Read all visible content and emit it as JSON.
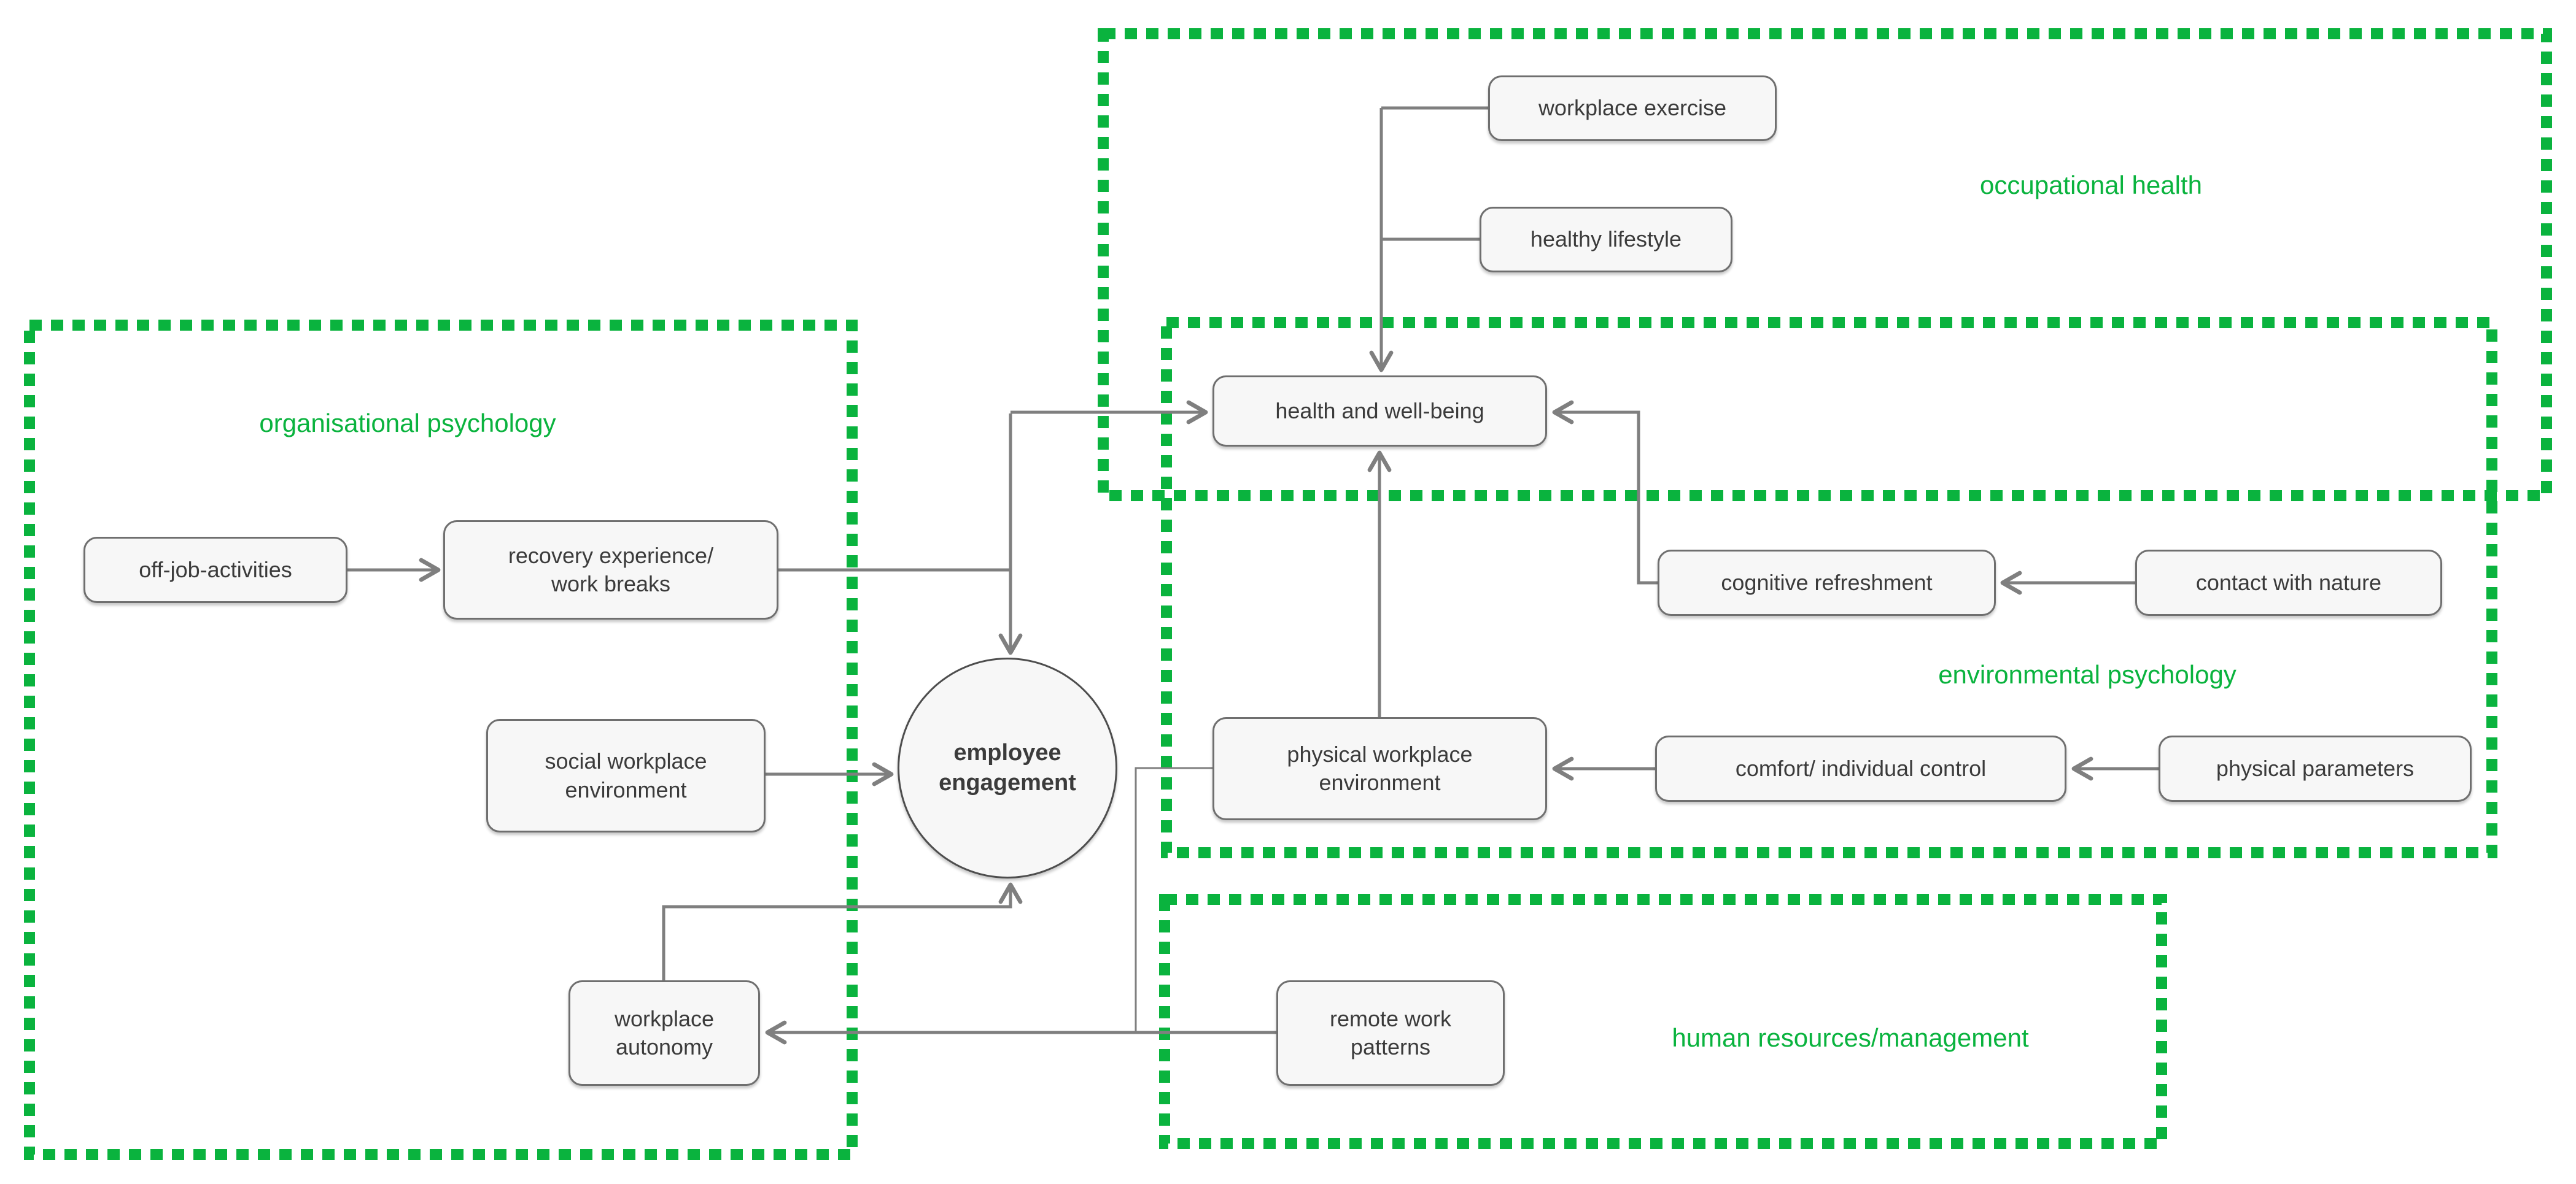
{
  "diagram": {
    "title": "employee engagement influence diagram",
    "colors": {
      "background": "#ffffff",
      "region_border": "#0ab33e",
      "region_label": "#0ab33e",
      "connector": "#7f7f7f",
      "node_fill": "#f7f7f7",
      "node_border": "#6f6f6f",
      "node_text": "#3b3b3b"
    },
    "regions": [
      {
        "id": "organisational-psychology",
        "label": "organisational psychology"
      },
      {
        "id": "occupational-health",
        "label": "occupational health"
      },
      {
        "id": "environmental-psychology",
        "label": "environmental psychology"
      },
      {
        "id": "human-resources-management",
        "label": "human resources/management"
      }
    ],
    "nodes": [
      {
        "id": "off-job-activities",
        "label": "off-job-activities"
      },
      {
        "id": "recovery-experience-work-breaks",
        "label": "recovery experience/\nwork breaks"
      },
      {
        "id": "social-workplace-environment",
        "label": "social workplace\nenvironment"
      },
      {
        "id": "workplace-autonomy",
        "label": "workplace\nautonomy"
      },
      {
        "id": "employee-engagement",
        "label": "employee\nengagement",
        "shape": "ellipse"
      },
      {
        "id": "health-and-well-being",
        "label": "health and well-being"
      },
      {
        "id": "physical-workplace-environment",
        "label": "physical workplace\nenvironment"
      },
      {
        "id": "workplace-exercise",
        "label": "workplace exercise"
      },
      {
        "id": "healthy-lifestyle",
        "label": "healthy lifestyle"
      },
      {
        "id": "cognitive-refreshment",
        "label": "cognitive refreshment"
      },
      {
        "id": "contact-with-nature",
        "label": "contact with nature"
      },
      {
        "id": "comfort-individual-control",
        "label": "comfort/ individual control"
      },
      {
        "id": "physical-parameters",
        "label": "physical parameters"
      },
      {
        "id": "remote-work-patterns",
        "label": "remote work\npatterns"
      }
    ],
    "edges": [
      {
        "from": "off-job-activities",
        "to": "recovery-experience-work-breaks"
      },
      {
        "from": "recovery-experience-work-breaks",
        "to": "employee-engagement"
      },
      {
        "from": "employee-engagement",
        "to": "health-and-well-being"
      },
      {
        "from": "social-workplace-environment",
        "to": "employee-engagement"
      },
      {
        "from": "workplace-autonomy",
        "to": "employee-engagement"
      },
      {
        "from": "workplace-exercise",
        "to": "health-and-well-being"
      },
      {
        "from": "healthy-lifestyle",
        "to": "health-and-well-being"
      },
      {
        "from": "physical-workplace-environment",
        "to": "health-and-well-being"
      },
      {
        "from": "cognitive-refreshment",
        "to": "health-and-well-being"
      },
      {
        "from": "contact-with-nature",
        "to": "cognitive-refreshment"
      },
      {
        "from": "physical-parameters",
        "to": "comfort-individual-control"
      },
      {
        "from": "comfort-individual-control",
        "to": "physical-workplace-environment"
      },
      {
        "from": "remote-work-patterns",
        "to": "workplace-autonomy"
      },
      {
        "from": "physical-workplace-environment",
        "to": "workplace-autonomy"
      }
    ]
  }
}
